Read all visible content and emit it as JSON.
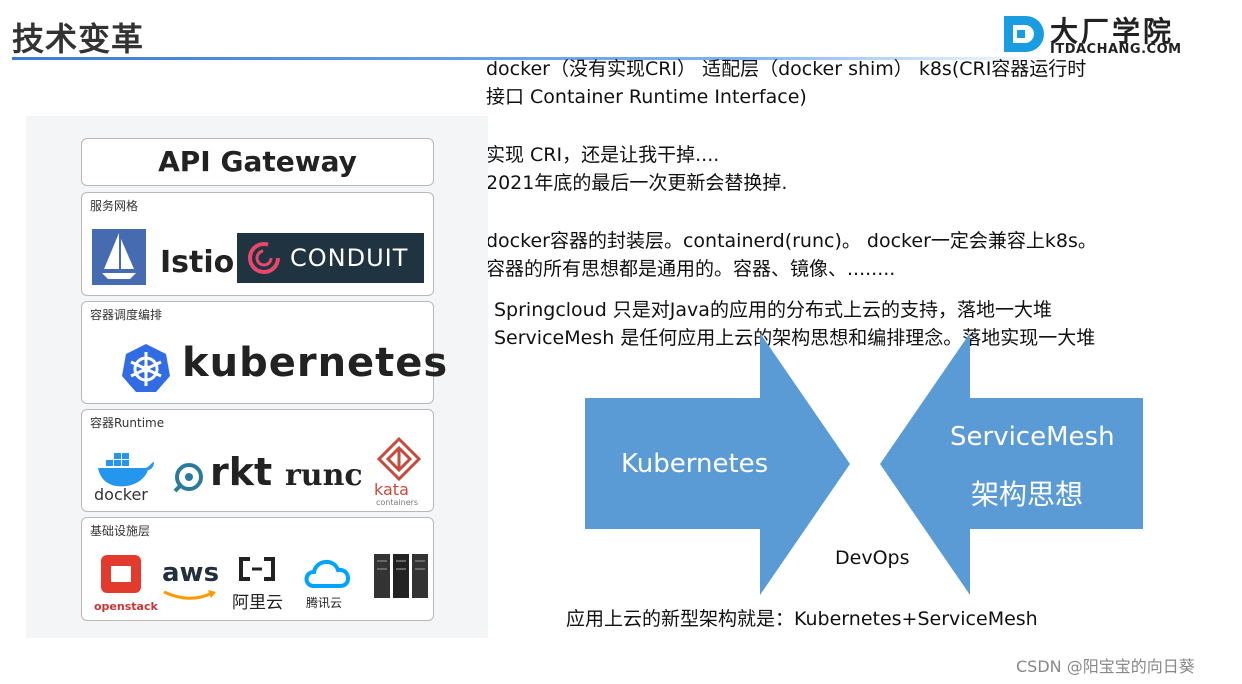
{
  "header": {
    "title": "技术变革"
  },
  "logo": {
    "name_cn": "大厂学院",
    "name_en": "ITDACHANG.COM",
    "icon": "itdachang-logo-icon",
    "color": "#1a9de0"
  },
  "notes": {
    "line1": "docker（没有实现CRI）  适配层（docker shim）     k8s(CRI容器运行时",
    "line2": "接口 Container Runtime Interface)",
    "line3": "实现 CRI，还是让我干掉....",
    "line4": "2021年底的最后一次更新会替换掉.",
    "line5": "docker容器的封装层。containerd(runc)。 docker一定会兼容上k8s。",
    "line6": "容器的所有思想都是通用的。容器、镜像、........",
    "line7": "Springcloud 只是对Java的应用的分布式上云的支持，落地一大堆",
    "line8": "ServiceMesh 是任何应用上云的架构思想和编排理念。落地实现一大堆"
  },
  "stack": {
    "api_gateway": "API Gateway",
    "mesh": {
      "label": "服务网格",
      "istio": "Istio",
      "conduit": "CONDUIT"
    },
    "orchestration": {
      "label": "容器调度编排",
      "kubernetes": "kubernetes"
    },
    "runtime": {
      "label": "容器Runtime",
      "docker": "docker",
      "rkt": "rkt",
      "runc": "runc",
      "kata": "kata",
      "kata_sub": "containers"
    },
    "infra": {
      "label": "基础设施层",
      "openstack": "openstack",
      "aws": "aws",
      "aliyun": "阿里云",
      "tencent": "腾讯云"
    }
  },
  "arrows": {
    "left_label": "Kubernetes",
    "right_label1": "ServiceMesh",
    "right_label2": "架构思想",
    "color": "#5b9bd5",
    "devops": "DevOps"
  },
  "summary": "应用上云的新型架构就是：Kubernetes+ServiceMesh",
  "watermark": "CSDN @阳宝宝的向日葵"
}
